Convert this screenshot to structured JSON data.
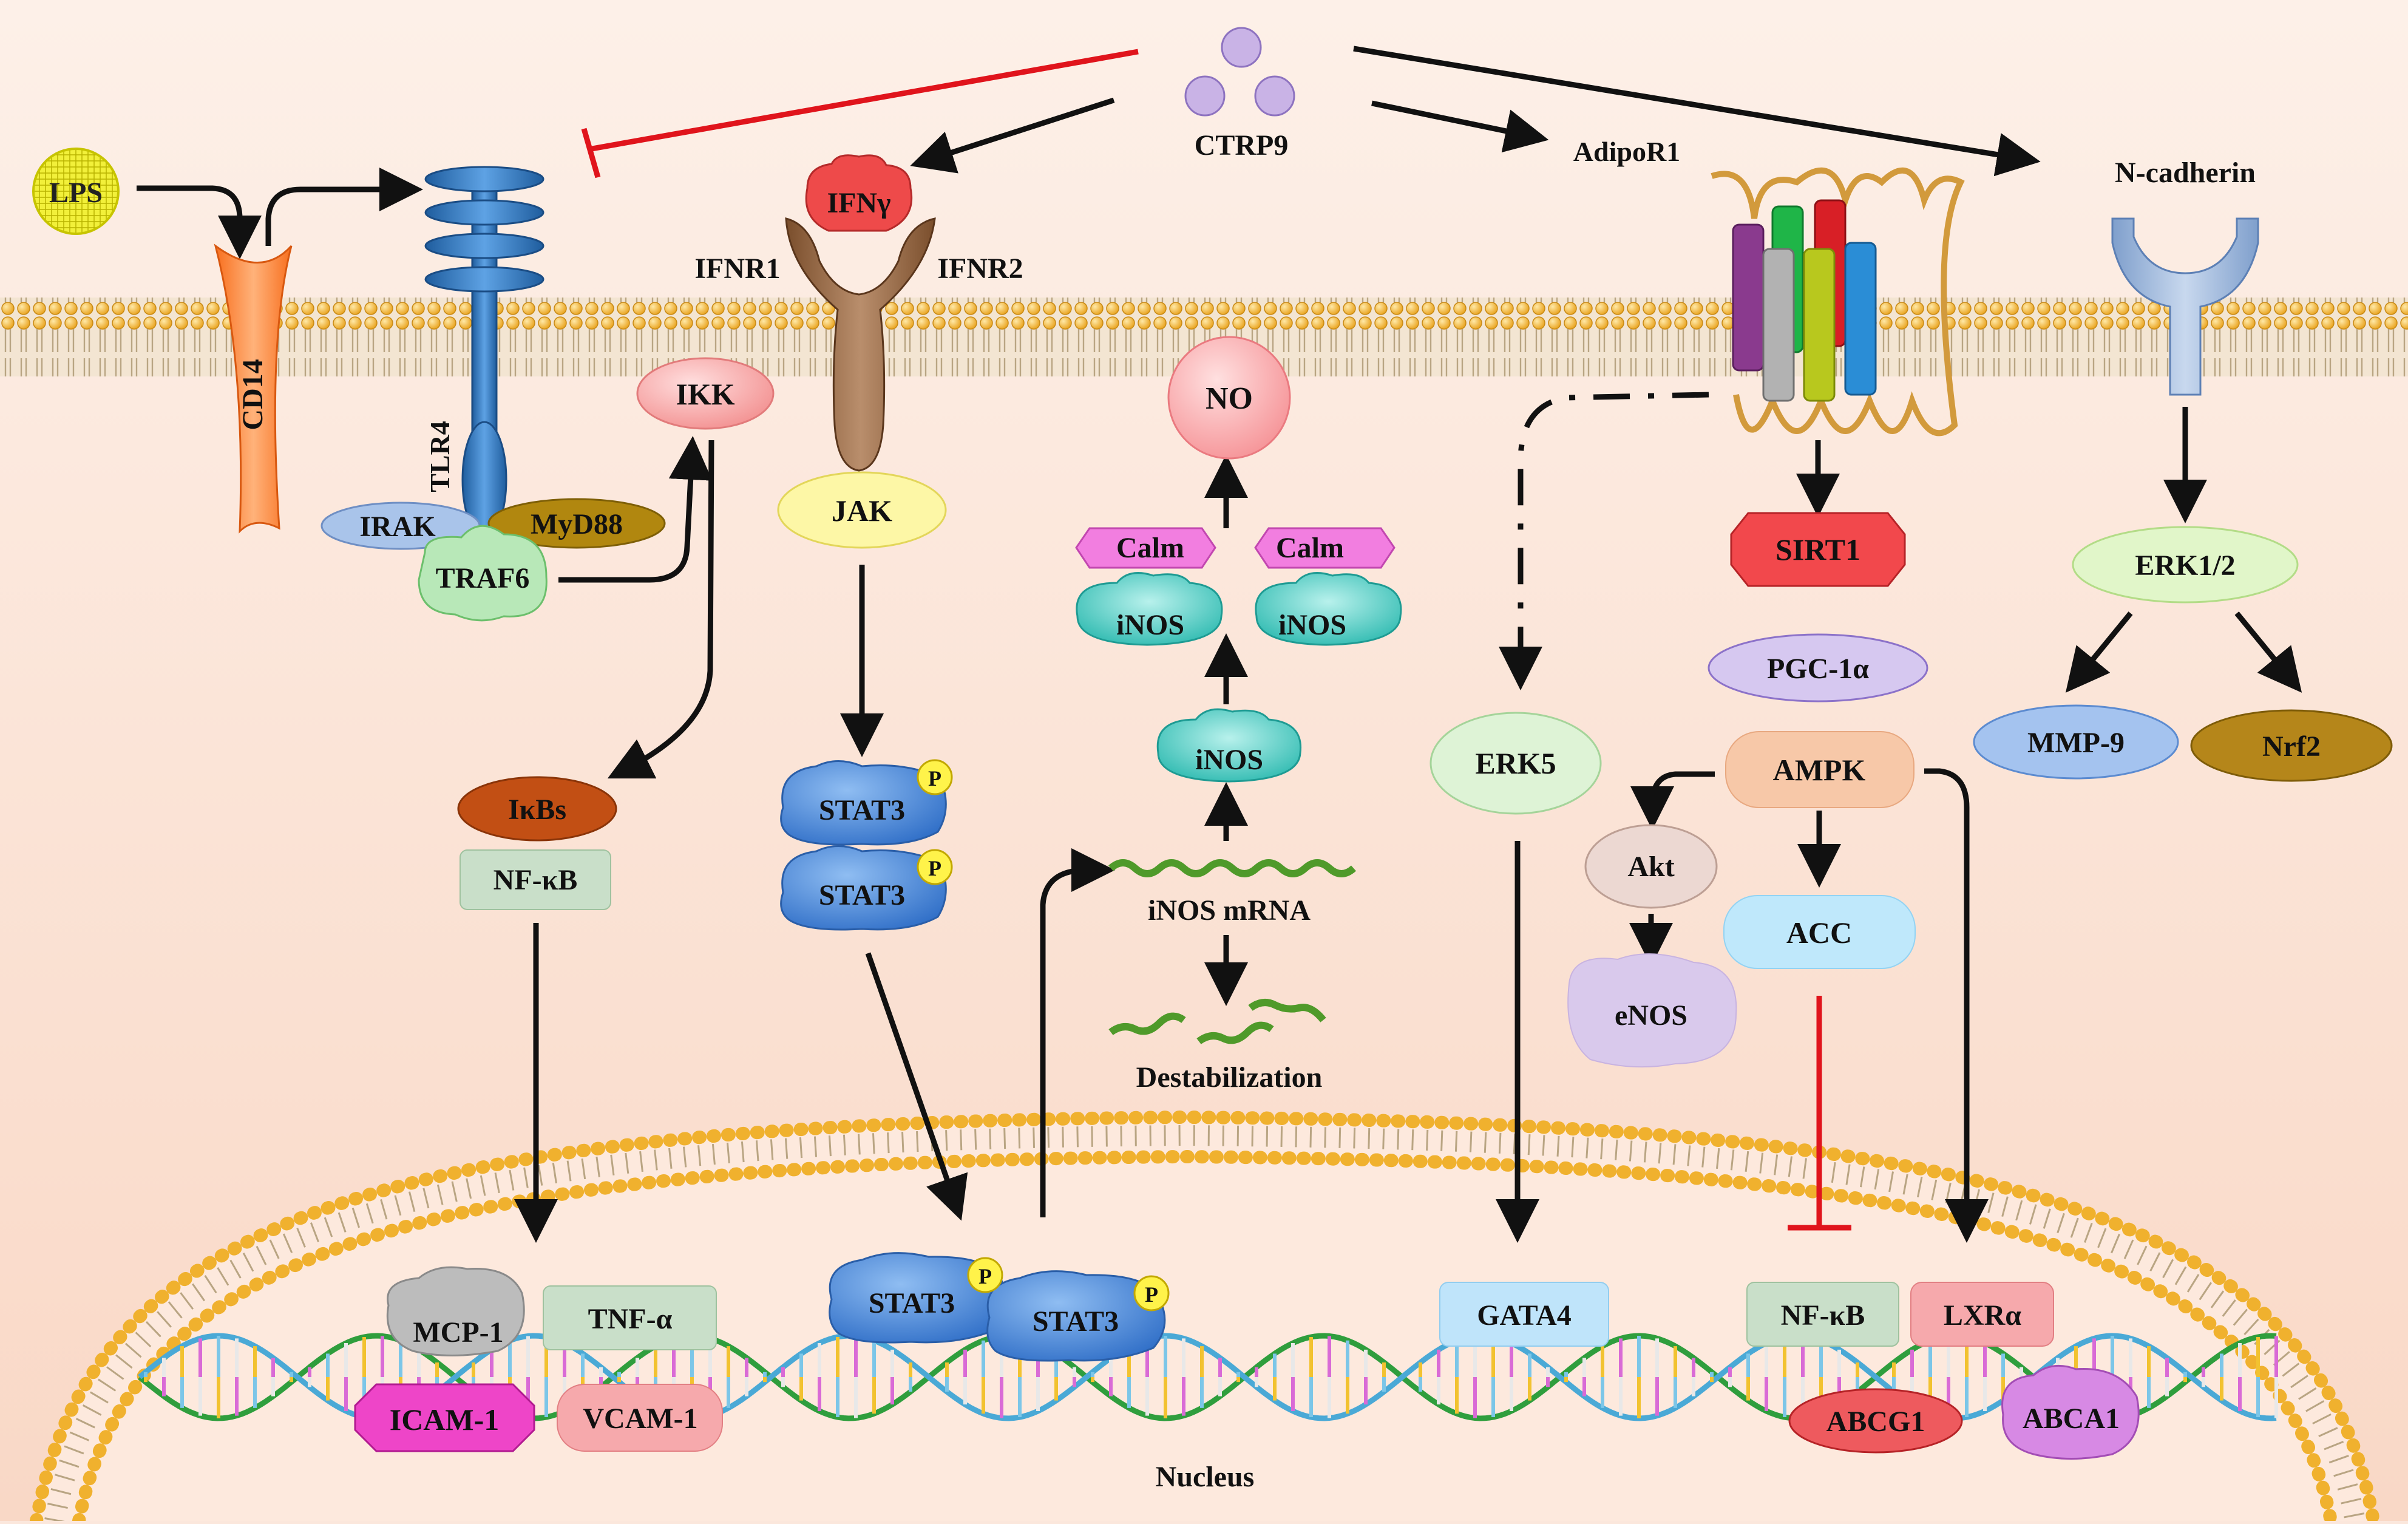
{
  "labels": {
    "ctrp9": "CTRP9",
    "lps": "LPS",
    "cd14": "CD14",
    "tlr4": "TLR4",
    "irak": "IRAK",
    "myd88": "MyD88",
    "traf6": "TRAF6",
    "ikk": "IKK",
    "ikbs": "IκBs",
    "nfkb_cyto": "NF-κB",
    "ifng": "IFNγ",
    "ifnr1": "IFNR1",
    "ifnr2": "IFNR2",
    "jak": "JAK",
    "stat3": "STAT3",
    "phospho": "P",
    "no": "NO",
    "calm": "Calm",
    "inos": "iNOS",
    "inos_mrna": "iNOS mRNA",
    "destabilization": "Destabilization",
    "adipor1": "AdipoR1",
    "erk5": "ERK5",
    "sirt1": "SIRT1",
    "pgc1a": "PGC-1α",
    "ampk": "AMPK",
    "akt": "Akt",
    "enos": "eNOS",
    "acc": "ACC",
    "ncadherin": "N-cadherin",
    "erk12": "ERK1/2",
    "mmp9": "MMP-9",
    "nrf2": "Nrf2",
    "mcp1": "MCP-1",
    "tnfa": "TNF-α",
    "icam1": "ICAM-1",
    "vcam1": "VCAM-1",
    "gata4": "GATA4",
    "nfkb_nuc": "NF-κB",
    "lxra": "LXRα",
    "abcg1": "ABCG1",
    "abca1": "ABCA1",
    "nucleus": "Nucleus"
  },
  "colors": {
    "background": "#fbe7dc",
    "activation_arrow": "#111111",
    "inhibition": "#e0141c",
    "membrane_head": "#f5b836",
    "tlr4": "#3b7fc4",
    "ikk": "#f6a7a5",
    "stat3": "#4a86d6",
    "inos": "#2bbcb3",
    "calm": "#ee6fd3",
    "sirt1": "#f2484c",
    "ampk": "#f7c0a0",
    "ncadherin": "#9cb6d8"
  }
}
